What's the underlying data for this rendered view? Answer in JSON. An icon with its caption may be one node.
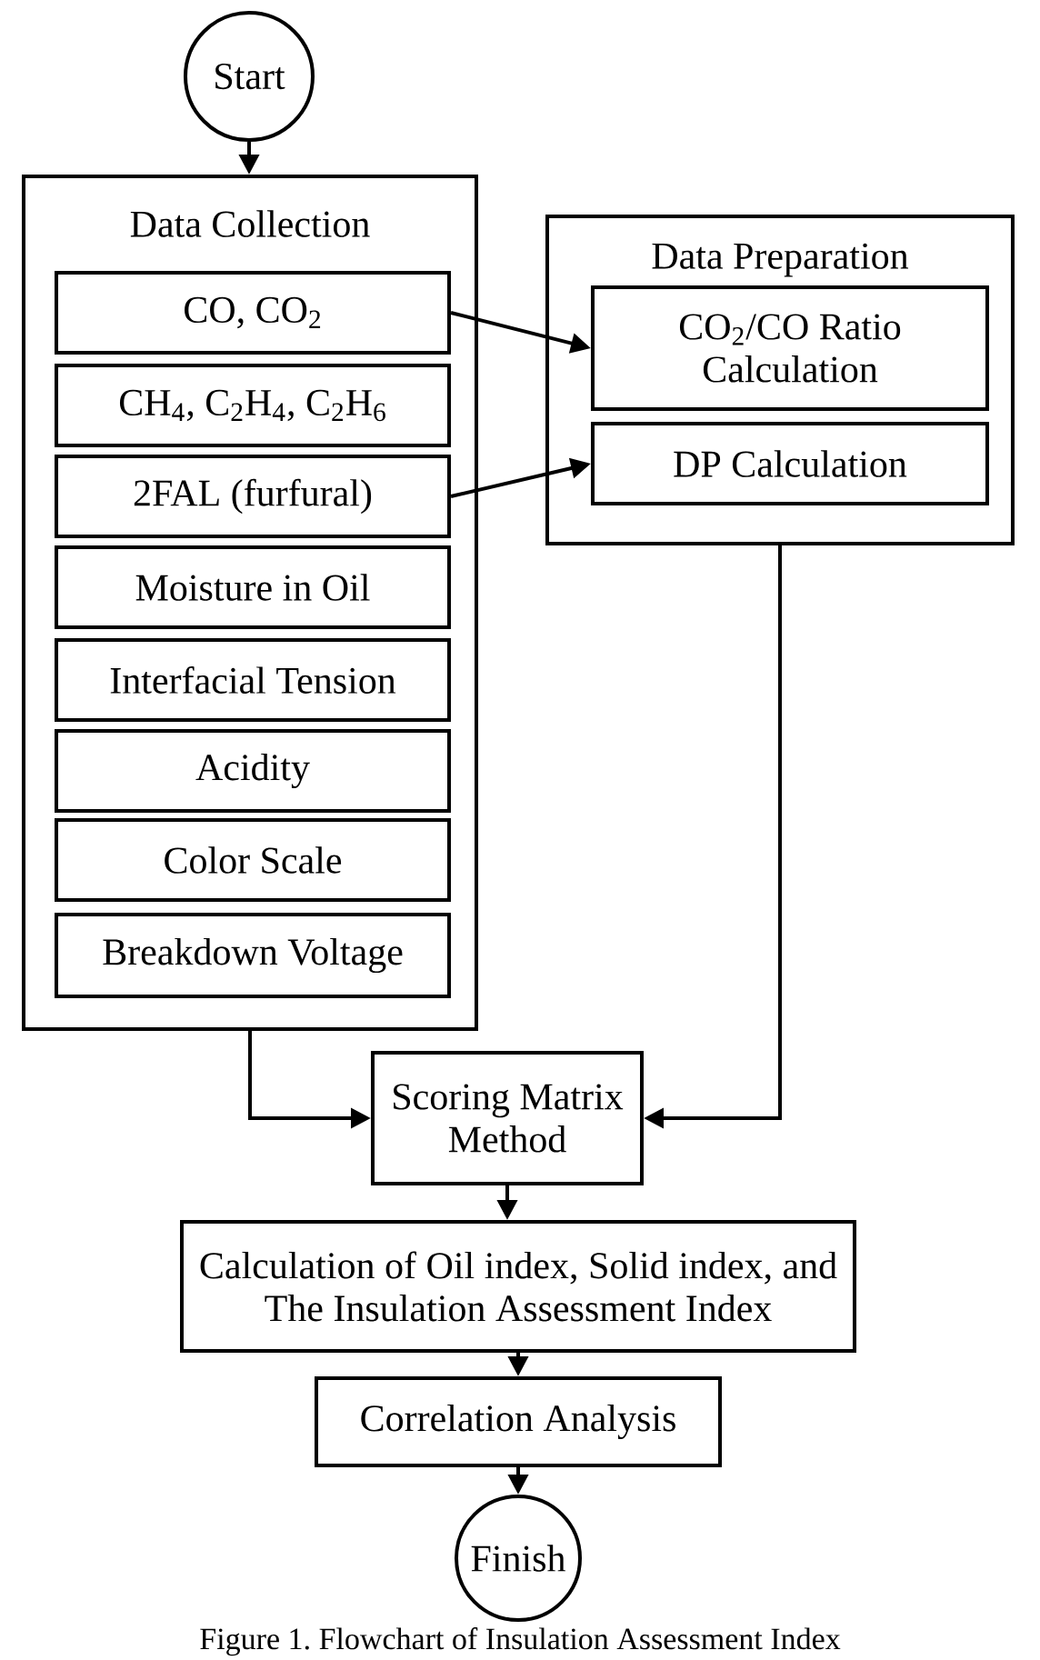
{
  "diagram": {
    "caption": "Figure 1. Flowchart of Insulation Assessment Index",
    "nodes": [
      {
        "text": [
          "Start"
        ]
      },
      {
        "text": [
          "Data Collection"
        ]
      },
      {
        "text": [
          "CO, CO$_{2}$"
        ],
        "in": 1
      },
      {
        "text": [
          "CH$_{4}$, C$_{2}$H$_{4}$, C$_{2}$H$_{6}$"
        ],
        "in": 1
      },
      {
        "text": [
          "2FAL (furfural)"
        ],
        "in": 1
      },
      {
        "text": [
          "Moisture in Oil"
        ],
        "in": 1
      },
      {
        "text": [
          "Interfacial Tension"
        ],
        "in": 1
      },
      {
        "text": [
          "Acidity"
        ],
        "in": 1
      },
      {
        "text": [
          "Color Scale"
        ],
        "in": 1
      },
      {
        "text": [
          "Breakdown Voltage"
        ],
        "in": 1
      },
      {
        "text": [
          "Data Preparation"
        ]
      },
      {
        "text": [
          "CO$_{2}$/CO Ratio Calculation"
        ],
        "in": 10
      },
      {
        "text": [
          "DP Calculation"
        ],
        "in": 10
      },
      {
        "text": [
          "Scoring Matrix Method"
        ]
      },
      {
        "text": [
          "Calculation of Oil index, Solid index, and The Insulation Assessment Index"
        ]
      },
      {
        "text": [
          "Correlation Analysis"
        ]
      },
      {
        "text": [
          "Finish"
        ]
      }
    ],
    "edges": [
      {
        "from": 0,
        "to": 1,
        "arrow": "to"
      },
      {
        "from": 2,
        "to": 11,
        "arrow": "to"
      },
      {
        "from": 4,
        "to": 12,
        "arrow": "to"
      },
      {
        "from": 1,
        "to": 13,
        "arrow": "to"
      },
      {
        "from": 10,
        "to": 13,
        "arrow": "to"
      },
      {
        "from": 13,
        "to": 14,
        "arrow": "to"
      },
      {
        "from": 14,
        "to": 15,
        "arrow": "to"
      },
      {
        "from": 15,
        "to": 16,
        "arrow": "to"
      }
    ]
  }
}
